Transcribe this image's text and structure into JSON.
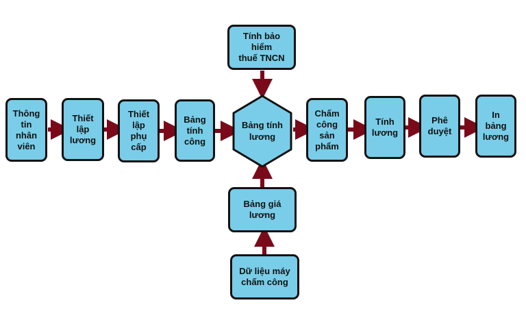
{
  "colors": {
    "box_fill": "#79cde8",
    "box_border": "#111111",
    "arrow": "#7a0a1a",
    "text": "#111111"
  },
  "nodes": {
    "thong_tin": "Thông\ntin\nnhân\nviên",
    "thiet_lap_luong": "Thiết\nlập\nlương",
    "thiet_lap_phu_cap": "Thiết\nlập\nphụ\ncấp",
    "bang_tinh_cong": "Bảng\ntính\ncông",
    "bang_tinh_luong": "Bảng tính\nlương",
    "tinh_bao_hiem": "Tính bảo hiểm\nthuế TNCN",
    "bang_gia_luong": "Bảng giá\nlương",
    "du_lieu_may": "Dữ liệu máy\nchấm công",
    "cham_cong_sp": "Chấm\ncông\nsản\nphẩm",
    "tinh_luong": "Tính\nlương",
    "phe_duyet": "Phê\nduyệt",
    "in_bang_luong": "In\nbảng\nlương"
  }
}
